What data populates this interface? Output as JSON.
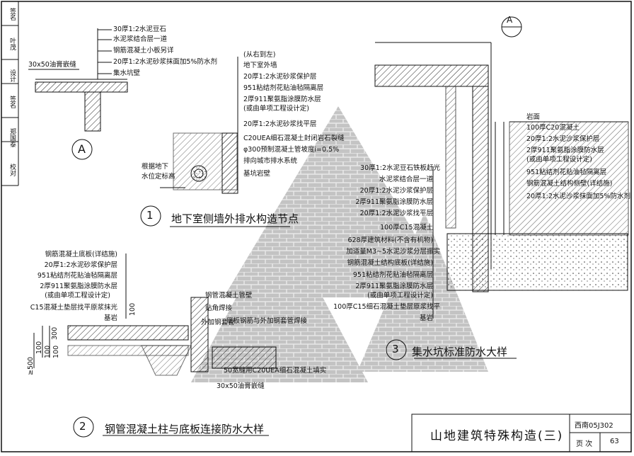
{
  "sidebar": {
    "cells": [
      "校对",
      "郑国泰",
      "签名",
      "设计",
      "叶茂",
      "签名"
    ]
  },
  "detail_a": {
    "marker": "A",
    "layers": [
      "30厚1:2水泥豆石",
      "水泥浆结合层一道",
      "钢筋混凝土小板另详",
      "20厚1:2水泥砂浆抹面加5%防水剂",
      "集水坑壁"
    ],
    "left_note": "30x50油膏嵌缝"
  },
  "detail_1": {
    "number": "1",
    "title": "地下室侧墙外排水构造节点",
    "head_note": "(从右到左)",
    "layers": [
      "地下室外墙",
      "20厚1:2水泥砂浆保护层",
      "951粘结剂花贴油毡隔离层",
      "2厚911聚氨脂涂膜防水层",
      "(或由单项工程设计定)",
      "20厚1:2水泥砂浆找平层",
      "C20UEA细石混凝土封闭岩石裂缝",
      "φ300预制混凝土管坡度i=0.5%",
      "排向城市排水系统",
      "基坑岩壁"
    ],
    "side_note_1": "根据地下",
    "side_note_2": "水位定标高"
  },
  "detail_3": {
    "number": "3",
    "title": "集水坑标准防水大样",
    "top_marker": "A",
    "right_layers": [
      "岩面",
      "100厚C20混凝土",
      "20厚1:2水泥沙浆保护层",
      "2厚911聚氨脂涂膜防水层",
      "(或由单项工程设计定)",
      "951粘结剂花贴油毡隔离层",
      "钢筋混凝土结构侧壁(详结施)",
      "20厚1:2水泥沙浆抹面加5%防水剂"
    ],
    "left_layers": [
      "30厚1:2水泥豆石铁板赶光",
      "水泥浆结合层一道",
      "20厚1:2水泥沙浆保护层",
      "2厚911聚氨脂涂膜防水层",
      "20厚1:2水泥沙浆找平层",
      "100厚C15混凝土",
      "628厚建筑材料(不含有机物)",
      "加适量M3~5水泥沙浆分层振实",
      "钢筋混凝土结构底板(详结施)",
      "951粘结剂花贴油毡隔离层",
      "2厚911聚氨脂涂膜防水层",
      "(或由单项工程设计定)",
      "100厚C15细石混凝土垫层原浆找平",
      "基岩"
    ]
  },
  "detail_2": {
    "number": "2",
    "title": "钢管混凝土柱与底板连接防水大样",
    "left_layers": [
      "钢筋混凝土底板(详结施)",
      "20厚1:2水泥砂浆保护层",
      "951粘结剂花贴油毡隔离层",
      "2厚911聚氨脂涂膜防水层",
      "(或由单项工程设计定)",
      "C15混凝土垫层找平原浆抹光",
      "基岩"
    ],
    "mid_labels": [
      "钢管混凝土管壁",
      "贴角焊接",
      "外加钢套管",
      "底板钢筋与外加钢套管焊接"
    ],
    "bottom_labels": [
      "50宽缝用C20UEA细石混凝土填实",
      "30x50油膏嵌缝"
    ],
    "dims": [
      "100",
      "300",
      "100",
      "100",
      "≥500",
      "100"
    ]
  },
  "title_block": {
    "project": "山地建筑特殊构造(三)",
    "atlas": "西南05J302",
    "page_label": "页 次",
    "page_no": "63"
  }
}
